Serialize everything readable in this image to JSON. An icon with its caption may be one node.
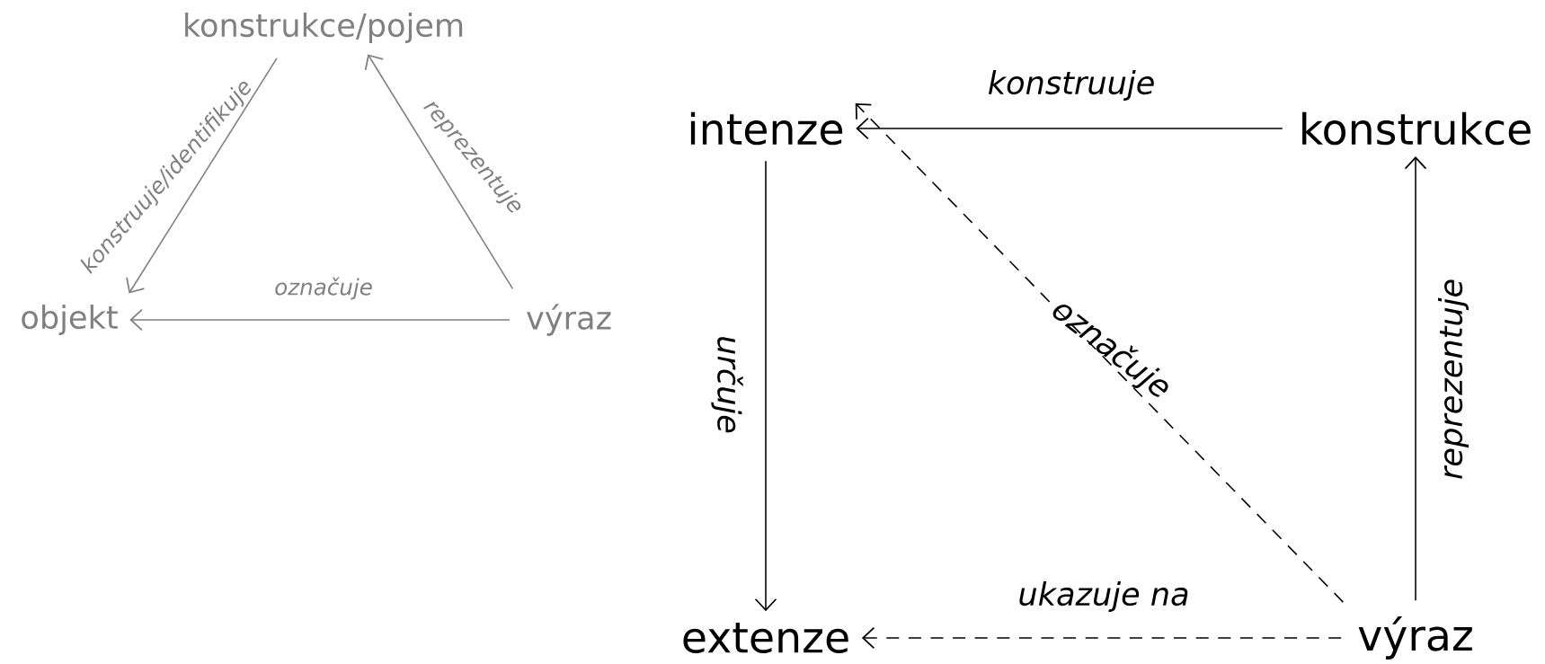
{
  "diagram": {
    "nodes": [
      {
        "text": [
          "konstrukce/pojem"
        ]
      },
      {
        "text": [
          "objekt"
        ]
      },
      {
        "text": [
          "výraz"
        ]
      },
      {
        "text": [
          "intenze"
        ]
      },
      {
        "text": [
          "konstrukce"
        ]
      },
      {
        "text": [
          "extenze"
        ]
      },
      {
        "text": [
          "výraz"
        ]
      }
    ],
    "edges": [
      {
        "from": 0,
        "to": 1,
        "arrow": "to",
        "label": "konstruuje/identifikuje",
        "color": "#808080"
      },
      {
        "from": 2,
        "to": 0,
        "arrow": "to",
        "label": "reprezentuje",
        "color": "#808080"
      },
      {
        "from": 2,
        "to": 1,
        "arrow": "to",
        "label": "označuje",
        "color": "#808080"
      },
      {
        "from": 4,
        "to": 3,
        "arrow": "to",
        "label": "konstruuje"
      },
      {
        "from": 3,
        "to": 5,
        "arrow": "to",
        "label": "určuje"
      },
      {
        "from": 6,
        "to": 3,
        "arrow": "to",
        "label": "označuje",
        "style": "dashed"
      },
      {
        "from": 6,
        "to": 5,
        "arrow": "to",
        "label": "ukazuje na",
        "style": "dashed"
      },
      {
        "from": 6,
        "to": 4,
        "arrow": "to",
        "label": "reprezentuje"
      }
    ]
  }
}
